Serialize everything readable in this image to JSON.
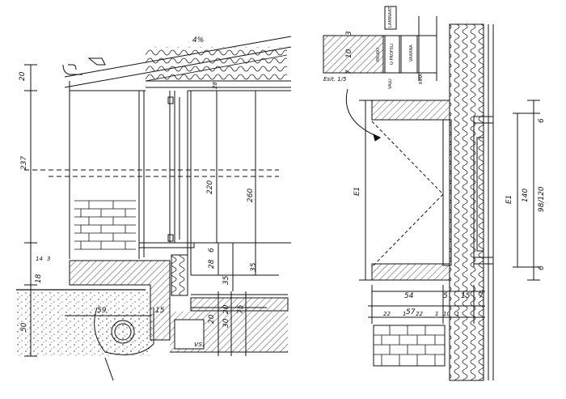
{
  "left_section": {
    "roof_slope": "4%",
    "dims_vertical": [
      "20",
      "237",
      "50",
      "220",
      "260",
      "6",
      "28",
      "35",
      "18",
      "14",
      "3",
      "35",
      "28",
      "20",
      "30",
      "75",
      "20"
    ],
    "dims_horizontal": [
      "59",
      "15"
    ],
    "ground_label": "vs."
  },
  "right_section": {
    "top_dims": [
      "3",
      "10",
      "7"
    ],
    "tags": [
      "LAMINAAT",
      "PALKKI",
      "U-PROFIILI",
      "VAARNA",
      "VALU",
      "RIMA"
    ],
    "scale_label": "Esit. 1/5",
    "dims_right": [
      "6",
      "140",
      "98/120",
      "6"
    ],
    "dims_left_vertical": [
      "E1",
      "E1"
    ],
    "bottom_dims": [
      "54",
      "5",
      "57",
      "15",
      "7"
    ],
    "bottom_sub_dims": [
      "22",
      "1",
      "22",
      "1",
      "10",
      "1"
    ]
  }
}
